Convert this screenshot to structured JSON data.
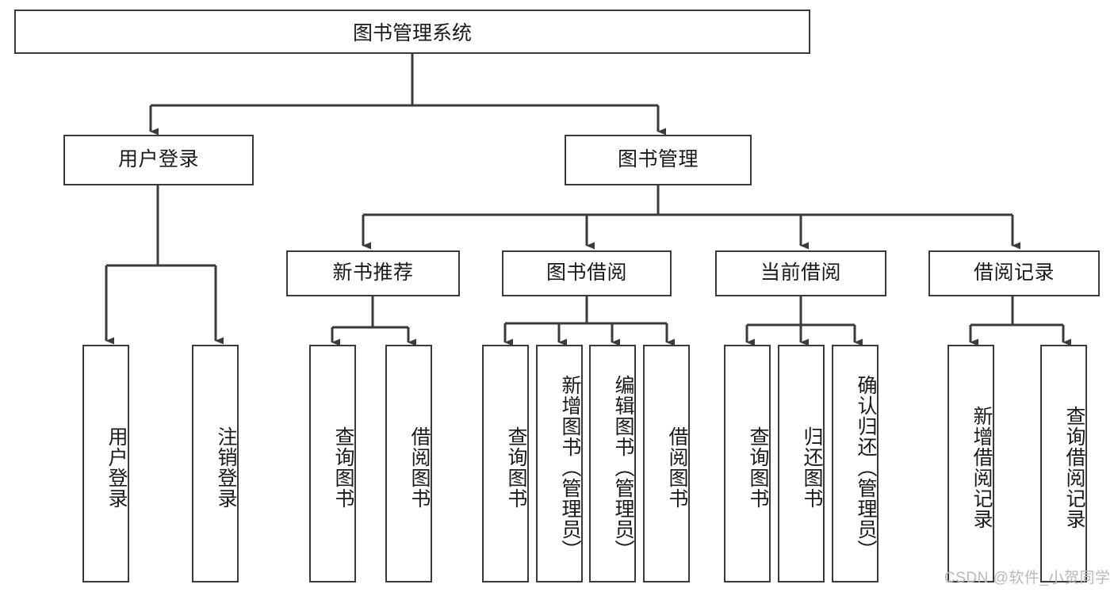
{
  "diagram": {
    "title": "图书管理系统",
    "type": "tree-hierarchy-chart",
    "root": {
      "label": "图书管理系统"
    },
    "level2": [
      {
        "label": "用户登录"
      },
      {
        "label": "图书管理"
      }
    ],
    "level3": [
      {
        "label": "新书推荐"
      },
      {
        "label": "图书借阅"
      },
      {
        "label": "当前借阅"
      },
      {
        "label": "借阅记录"
      }
    ],
    "leaves": {
      "user_login": [
        {
          "label": "用户登录"
        },
        {
          "label": "注销登录"
        }
      ],
      "new_book_recommend": [
        {
          "label": "查询图书"
        },
        {
          "label": "借阅图书"
        }
      ],
      "book_borrow": [
        {
          "label": "查询图书"
        },
        {
          "label": "新增图书（管理员）"
        },
        {
          "label": "编辑图书（管理员）"
        },
        {
          "label": "借阅图书"
        }
      ],
      "current_borrow": [
        {
          "label": "查询图书"
        },
        {
          "label": "归还图书"
        },
        {
          "label": "确认归还（管理员）"
        }
      ],
      "borrow_record": [
        {
          "label": "新增借阅记录"
        },
        {
          "label": "查询借阅记录"
        }
      ]
    }
  },
  "watermark": {
    "text": "CSDN @软件_小贺同学"
  },
  "colors": {
    "border": "#3b3b3b",
    "text": "#1a1a1a",
    "background": "#ffffff",
    "watermark": "#b9b9b9"
  }
}
